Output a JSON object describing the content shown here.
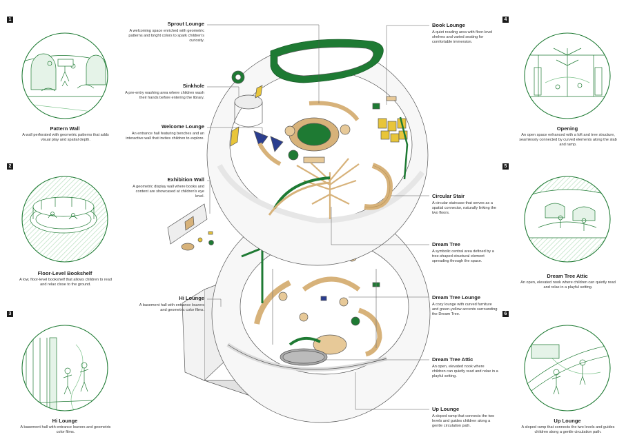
{
  "colors": {
    "green": "#1e7a33",
    "green_light": "#7cc28a",
    "wood": "#d7b27a",
    "yellow": "#e8c53a",
    "navy": "#2a3d8f",
    "line": "#555555"
  },
  "vignettes": [
    {
      "number": "1",
      "title": "Pattern Wall",
      "desc": "A wall perforated with geometric patterns that adds visual play and spatial depth."
    },
    {
      "number": "2",
      "title": "Floor-Level Bookshelf",
      "desc": "A low, floor-level bookshelf that allows children to read and relax close to the ground."
    },
    {
      "number": "3",
      "title": "Hi Lounge",
      "desc": "A basement hall with entrance louvers and geometric color films."
    },
    {
      "number": "4",
      "title": "Opening",
      "desc": "An open space enhanced with a loft and tree structure, seamlessly connected by curved elements along the slab and ramp."
    },
    {
      "number": "5",
      "title": "Dream Tree Attic",
      "desc": "An open, elevated nook where children can quietly read and relax in a playful setting."
    },
    {
      "number": "6",
      "title": "Up Lounge",
      "desc": "A sloped ramp that connects the two levels and guides children along a gentle circulation path."
    }
  ],
  "callouts_left": [
    {
      "title": "Sprout Lounge",
      "desc": "A welcoming space enriched with geometric patterns and bright colors to spark children's curiosity."
    },
    {
      "title": "Sinkhole",
      "desc": "A pre-entry washing area where children wash their hands before entering the library."
    },
    {
      "title": "Welcome Lounge",
      "desc": "An entrance hall featuring benches and an interactive wall that invites children to explore."
    },
    {
      "title": "Exhibition Wall",
      "desc": "A geometric display wall where books and content are showcased at children's eye level."
    },
    {
      "title": "Hi Lounge",
      "desc": "A basement hall with entrance louvers and geometric color films."
    }
  ],
  "callouts_right": [
    {
      "title": "Book Lounge",
      "desc": "A quiet reading area with floor-level shelves and varied seating for comfortable immersion."
    },
    {
      "title": "Circular Stair",
      "desc": "A circular staircase that serves as a spatial connector, naturally linking the two floors."
    },
    {
      "title": "Dream Tree",
      "desc": "A symbolic central area defined by a tree-shaped structural element spreading through the space."
    },
    {
      "title": "Dream Tree Lounge",
      "desc": "A cozy lounge with curved furniture and green-yellow accents surrounding the Dream Tree."
    },
    {
      "title": "Dream Tree Attic",
      "desc": "An open, elevated nook where children can quietly read and relax in a playful setting."
    },
    {
      "title": "Up Lounge",
      "desc": "A sloped ramp that connects the two levels and guides children along a gentle circulation path."
    }
  ]
}
